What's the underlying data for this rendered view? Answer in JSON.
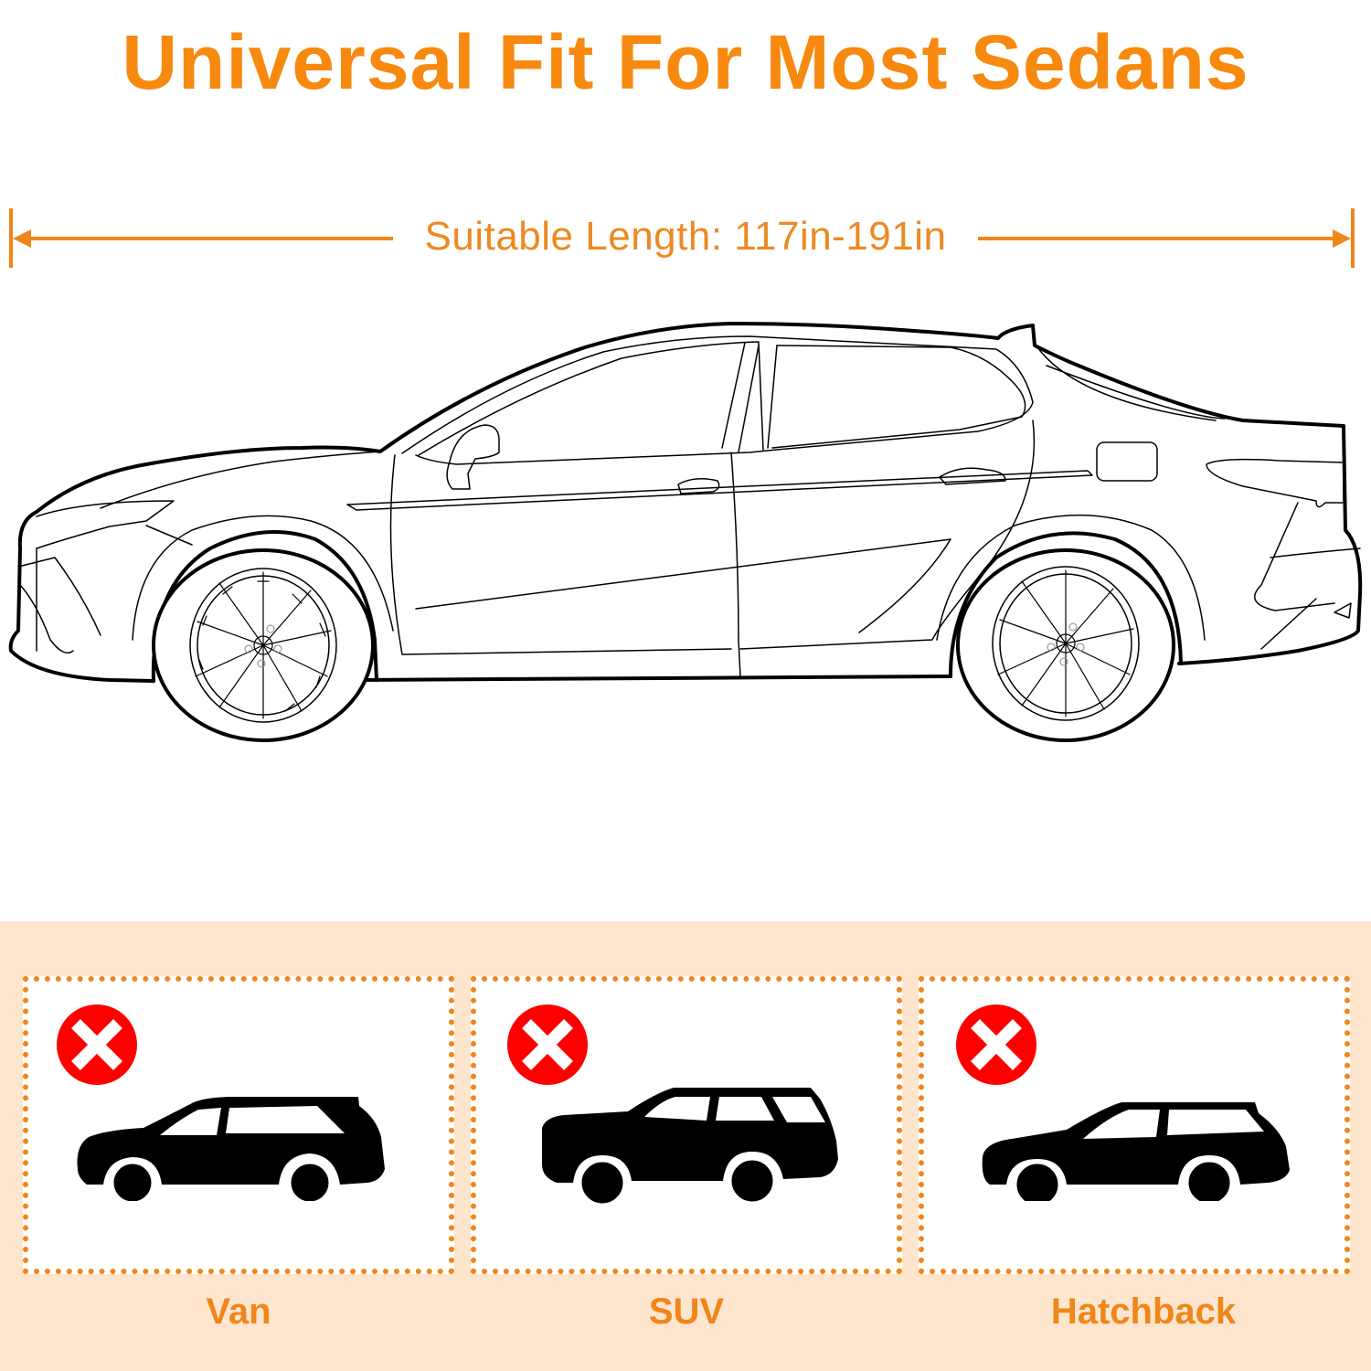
{
  "header": {
    "title": "Universal Fit For Most Sedans"
  },
  "dimension": {
    "label": "Suitable Length: 117in-191in",
    "min_in": 117,
    "max_in": 191,
    "color": "#ec8a22"
  },
  "main_illustration": {
    "icon": "sedan-line-drawing"
  },
  "unsuitable_vehicles": {
    "background": "#fde5ce",
    "accent": "#f0861a",
    "items": [
      {
        "label": "Van",
        "icon": "van-silhouette-icon",
        "badge": "red-x-icon"
      },
      {
        "label": "SUV",
        "icon": "suv-silhouette-icon",
        "badge": "red-x-icon"
      },
      {
        "label": "Hatchback",
        "icon": "hatchback-silhouette-icon",
        "badge": "red-x-icon"
      }
    ]
  },
  "colors": {
    "brand_orange": "#f7890f",
    "reject_red": "#ff0000",
    "band_peach": "#fde5ce"
  }
}
